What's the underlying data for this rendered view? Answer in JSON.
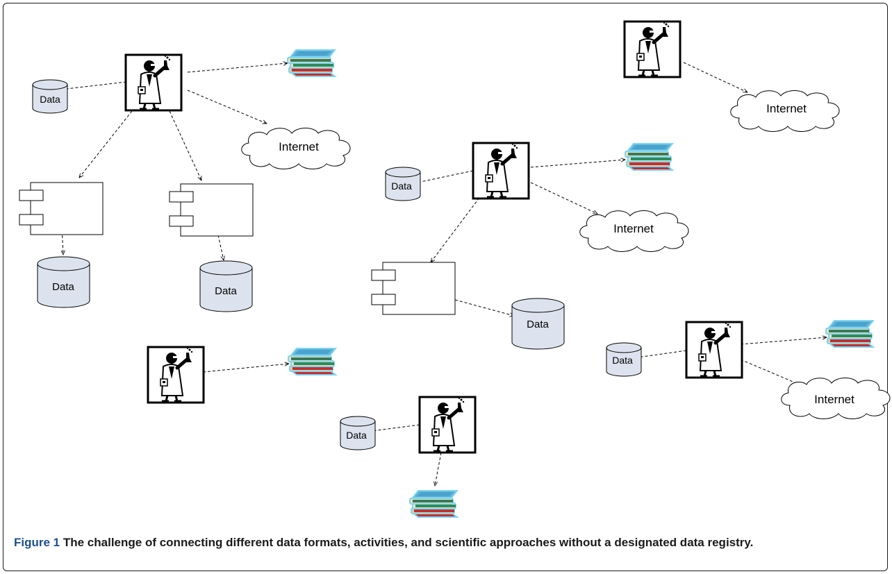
{
  "figure": {
    "label": "Figure 1",
    "caption": "The challenge of connecting different data formats, activities, and scientific approaches without a designated data registry."
  },
  "labels": {
    "data": "Data",
    "internet": "Internet"
  },
  "icons": {
    "scientist": "scientist-icon",
    "books": "books-icon",
    "database": "database-icon",
    "cloud": "cloud-icon",
    "component": "component-icon"
  },
  "colors": {
    "database_fill": "#dce3ee",
    "book_blue": "#5fb3d9",
    "book_green": "#2e8b57",
    "book_red": "#d13b3b",
    "book_outline": "#7fd4f0",
    "caption_label": "#1b4f8a"
  }
}
